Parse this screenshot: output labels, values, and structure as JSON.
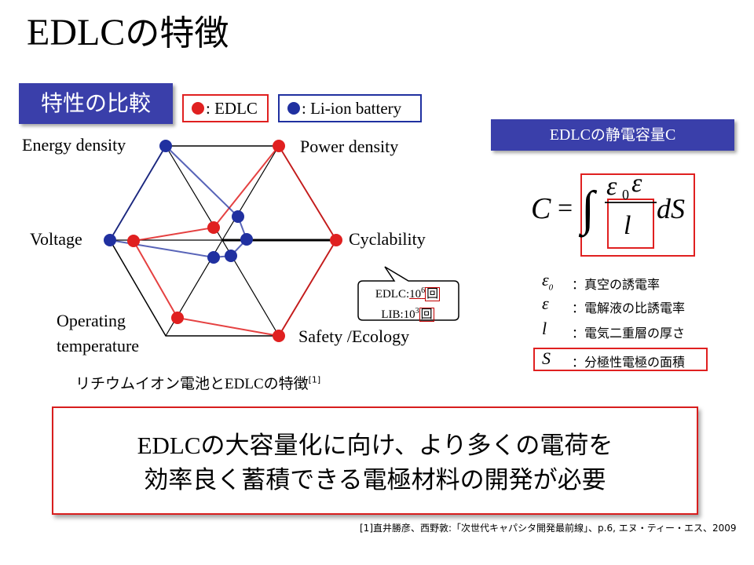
{
  "slide": {
    "title_latin": "EDLC",
    "title_jp": "の特徴"
  },
  "comparison": {
    "badge": "特性の比較",
    "legend": [
      {
        "label": ": EDLC",
        "color": "#e02020"
      },
      {
        "label": ": Li-ion battery",
        "color": "#2030a0"
      }
    ],
    "axes": {
      "energy": "Energy density",
      "power": "Power density",
      "cycle": "Cyclability",
      "safety": "Safety /Ecology",
      "operating_1": "Operating",
      "operating_2": "temperature",
      "voltage": "Voltage"
    },
    "callout": {
      "edlc_prefix": "EDLC:",
      "edlc_base": "10",
      "edlc_exp": "6",
      "edlc_unit": "回",
      "lib_prefix": "LIB:10",
      "lib_exp": "3",
      "lib_unit": "回"
    },
    "caption_jp1": "リチウムイオン電池と",
    "caption_latin": "EDLC",
    "caption_jp2": "の特徴",
    "caption_ref": "[1]"
  },
  "capacitance": {
    "badge_latin": "EDLC",
    "badge_jp": "の静電容量",
    "badge_c": "C",
    "formula": {
      "lhs": "C",
      "equals": "=",
      "integral": "∫",
      "num_eps0": "ε",
      "num_sub": "0",
      "num_eps": "ε",
      "den": "l",
      "ds": "dS"
    },
    "definitions": [
      {
        "symbol": "ε",
        "sub": "0",
        "text": "：真空の誘電率"
      },
      {
        "symbol": "ε",
        "sub": "",
        "text": "：電解液の比誘電率"
      },
      {
        "symbol": "l",
        "sub": "",
        "text": "：電気二重層の厚さ"
      },
      {
        "symbol": "S",
        "sub": "",
        "text": "：分極性電極の面積"
      }
    ]
  },
  "conclusion": {
    "line1_latin": "EDLC",
    "line1_jp": "の大容量化に向け、より多くの電荷を",
    "line2": "効率良く蓄積できる電極材料の開発が必要"
  },
  "reference": "[1]直井勝彦、西野敦:「次世代キャパシタ開発最前線」、p.6, エヌ・ティー・エス、2009",
  "colors": {
    "edlc": "#e02020",
    "li_ion": "#2030a0",
    "badge_bg": "#3a3faa"
  }
}
